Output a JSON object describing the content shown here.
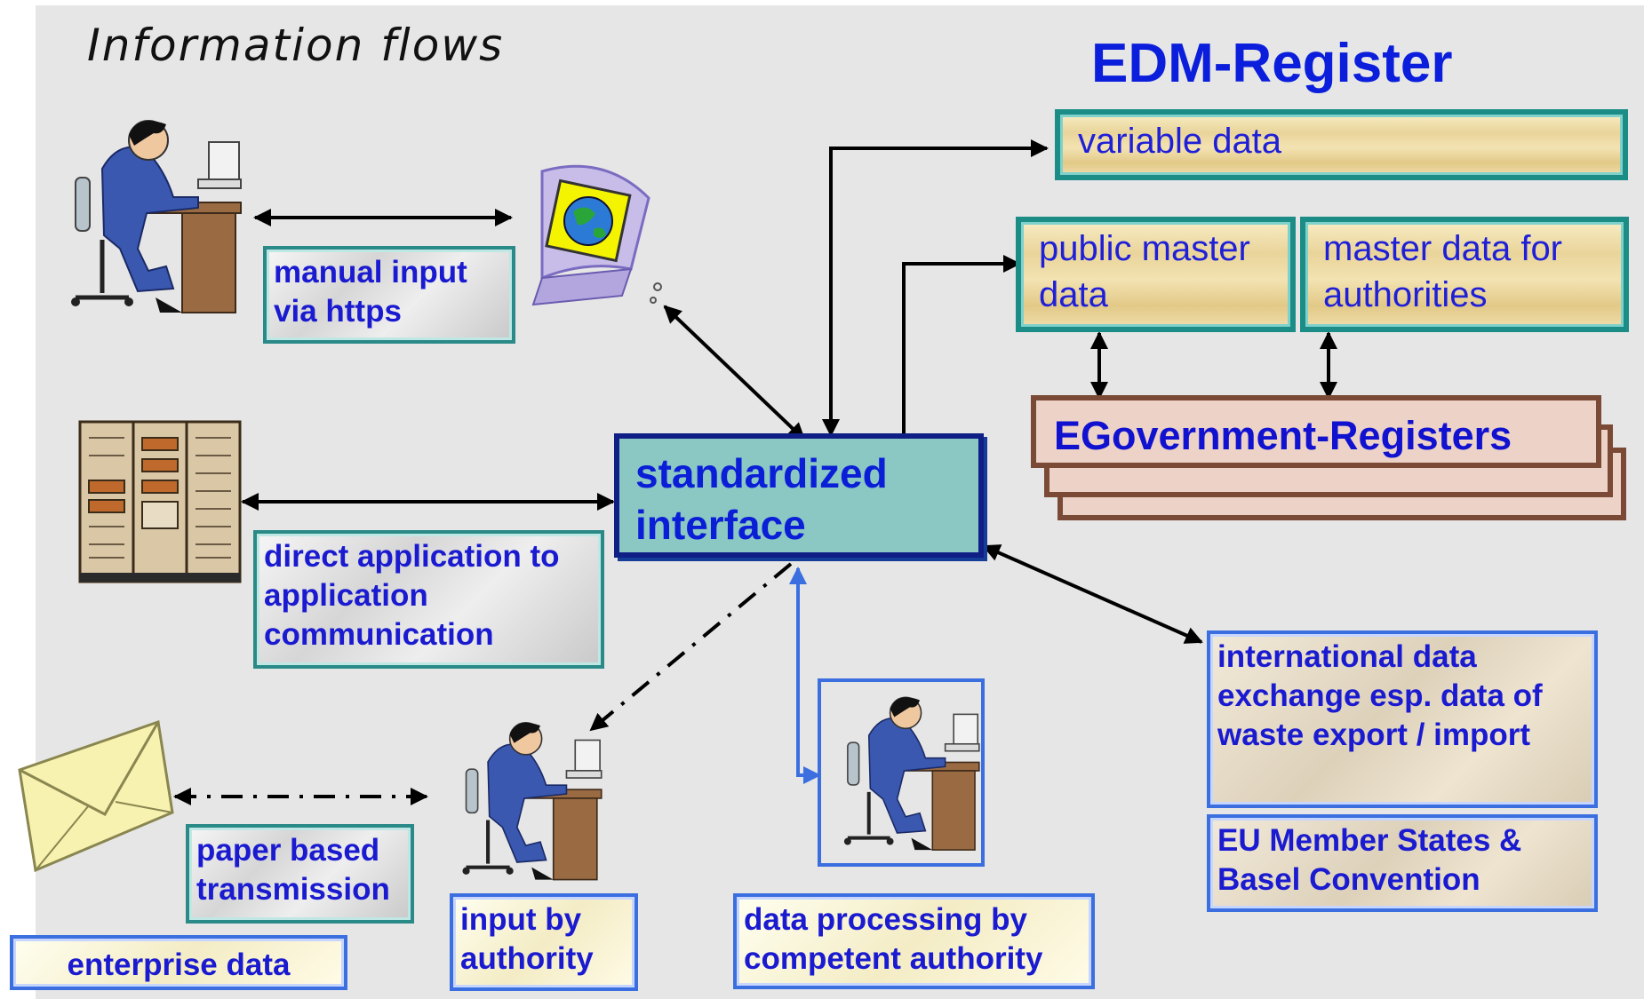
{
  "title": "Information flows",
  "register_title": "EDM-Register",
  "edm_boxes": {
    "variable_data": "variable data",
    "public_master_data": "public master data",
    "master_data_authorities": "master data for authorities"
  },
  "egov_registers": "EGovernment-Registers",
  "standardized_interface": "standardized interface",
  "labels": {
    "manual_input": "manual input via https",
    "direct_application": "direct application to application communication",
    "paper_based": "paper based transmission",
    "enterprise_data": "enterprise data",
    "input_by_authority": "input by authority",
    "data_processing": "data processing by competent authority",
    "international_exchange": "international data exchange esp. data of waste export / import",
    "eu_member_states": "EU Member States & Basel Convention"
  },
  "icons": [
    "person-at-computer-icon",
    "globe-monitor-icon",
    "server-rack-icon",
    "envelope-icon"
  ],
  "colors": {
    "background": "#e6e6e6",
    "accent_text": "#1a1ad0",
    "interface_fill": "#8bc7c3",
    "teal_frame": "#1b8c86",
    "egov_fill": "#ecd2c7",
    "arrow_blue": "#3b6fe0"
  }
}
